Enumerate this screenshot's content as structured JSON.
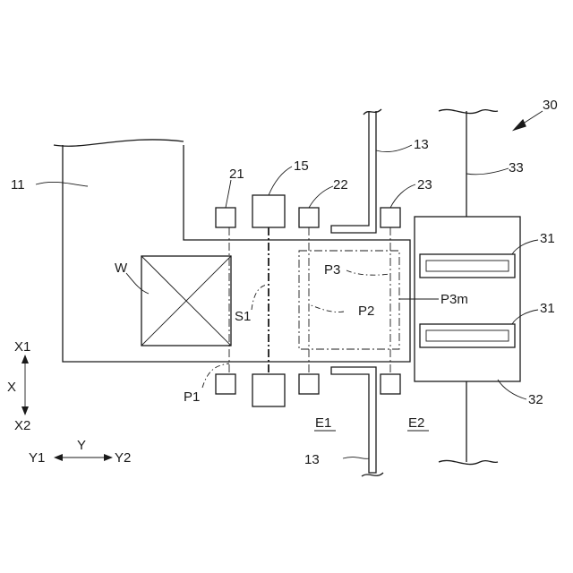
{
  "labels": {
    "ref_30": "30",
    "ref_33": "33",
    "ref_13_top": "13",
    "ref_13_bottom": "13",
    "ref_15": "15",
    "ref_21": "21",
    "ref_22": "22",
    "ref_23": "23",
    "ref_11": "11",
    "ref_31_upper": "31",
    "ref_31_lower": "31",
    "ref_32": "32",
    "w": "W",
    "s1": "S1",
    "p1": "P1",
    "p2": "P2",
    "p3": "P3",
    "p3m": "P3m",
    "e1": "E1",
    "e2": "E2"
  },
  "axes": {
    "x1": "X1",
    "x": "X",
    "x2": "X2",
    "y1": "Y1",
    "y": "Y",
    "y2": "Y2"
  },
  "colors": {
    "line": "#1a1a1a",
    "background": "#ffffff"
  }
}
